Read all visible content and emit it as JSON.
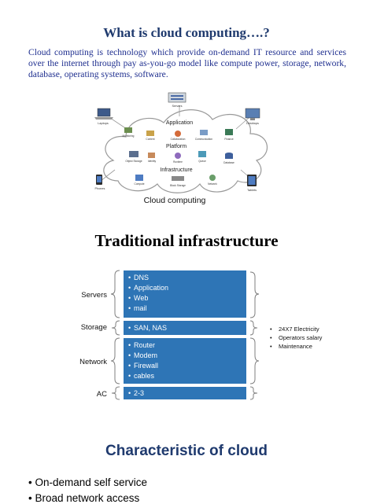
{
  "section1": {
    "title": "What is cloud computing….?",
    "intro": "Cloud computing is technology which provide on-demand IT resource and services over the internet through pay as-you-go model like compute power, storage, network, database, operating systems, software."
  },
  "diagram": {
    "caption": "Cloud computing",
    "layers": [
      "Application",
      "Platform",
      "Infrastructure"
    ],
    "devices": [
      "Servers",
      "Laptops",
      "Desktops",
      "Phones",
      "Tablets"
    ],
    "app_items": [
      "Monitoring",
      "Content",
      "Collaboration",
      "Communication",
      "Finance"
    ],
    "platform_items": [
      "Object Storage",
      "Identity",
      "Runtime",
      "Queue",
      "Database"
    ],
    "infra_items": [
      "Compute",
      "Block Storage",
      "Network"
    ]
  },
  "section2": {
    "title": "Traditional infrastructure",
    "rows": [
      {
        "label": "Servers",
        "items": [
          "DNS",
          "Application",
          "Web",
          "mail"
        ]
      },
      {
        "label": "Storage",
        "items": [
          "SAN, NAS"
        ]
      },
      {
        "label": "Network",
        "items": [
          "Router",
          "Modem",
          "Firewall",
          "cables"
        ]
      },
      {
        "label": "AC",
        "items": [
          "2-3"
        ]
      }
    ],
    "costs": [
      "24X7 Electricity",
      "Operators salary",
      "Maintenance"
    ],
    "box_color": "#2e75b6"
  },
  "section3": {
    "title": "Characteristic of cloud",
    "bullets": [
      "On-demand self service",
      "Broad network access"
    ]
  }
}
